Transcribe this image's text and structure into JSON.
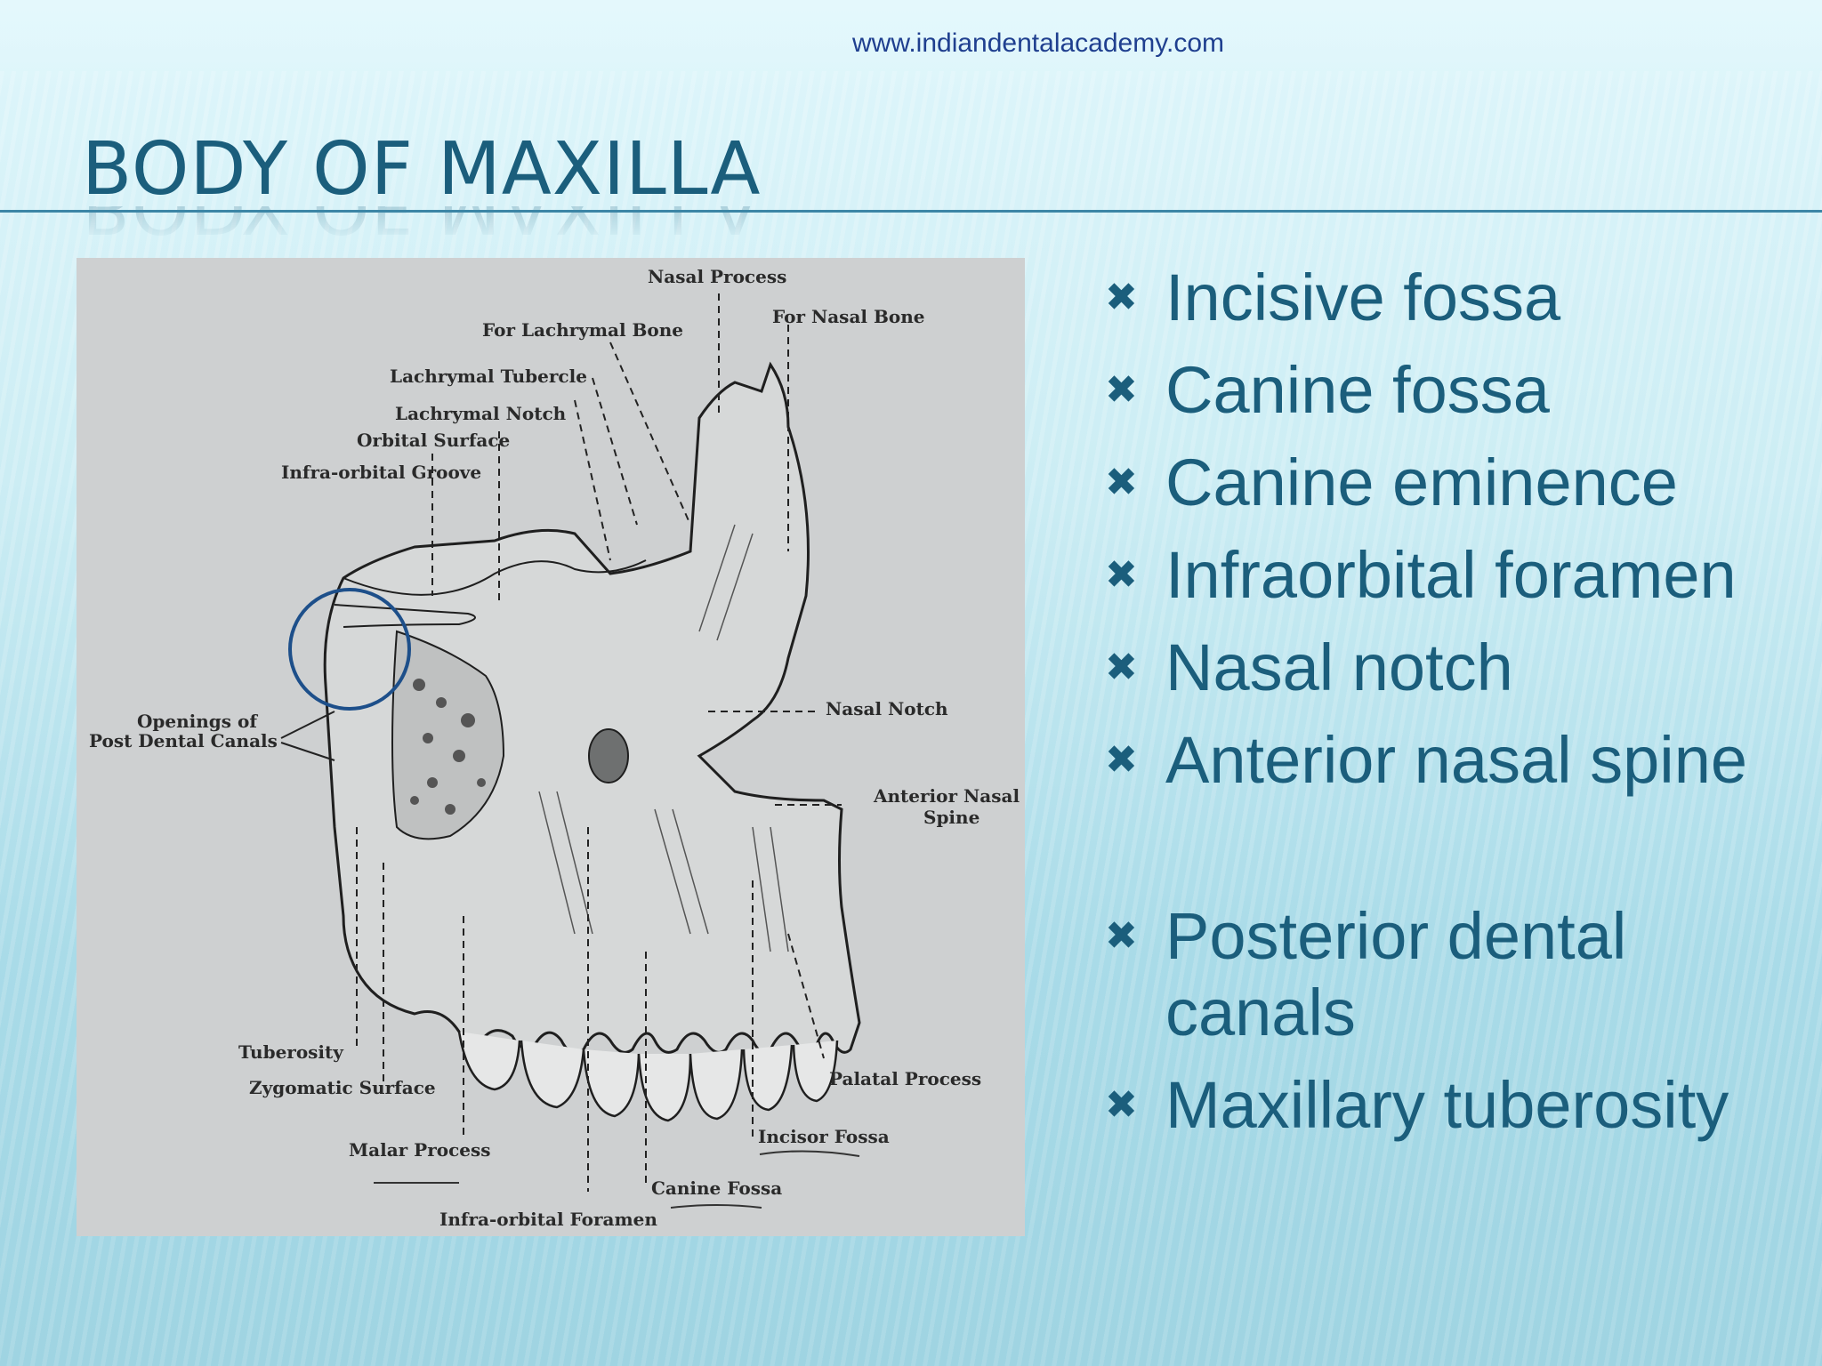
{
  "watermark": "www.indiandentalacademy.com",
  "title": "BODY OF MAXILLA",
  "figure_labels": {
    "nasal_process": "Nasal Process",
    "for_nasal_bone": "For Nasal Bone",
    "for_lachrymal_bone": "For Lachrymal Bone",
    "lachrymal_tubercle": "Lachrymal Tubercle",
    "lachrymal_notch": "Lachrymal Notch",
    "orbital_surface": "Orbital Surface",
    "infra_orbital_groove": "Infra-orbital Groove",
    "openings_of": "Openings of",
    "post_dental_canals": "Post  Dental Canals",
    "nasal_notch": "Nasal Notch",
    "anterior_nasal": "Anterior Nasal",
    "spine": "Spine",
    "tuberosity": "Tuberosity",
    "zygomatic_surface": "Zygomatic Surface",
    "malar_process": "Malar Process",
    "palatal_process": "Palatal Process",
    "incisor_fossa": "Incisor Fossa",
    "canine_fossa": "Canine Fossa",
    "infra_orbital_foramen": "Infra-orbital Foramen"
  },
  "bullet_icon": "x-mark-icon",
  "bullets": [
    "Incisive fossa",
    "Canine fossa",
    "Canine eminence",
    "Infraorbital foramen",
    "Nasal notch",
    "Anterior nasal spine",
    "Posterior  dental canals",
    "Maxillary tuberosity"
  ],
  "colors": {
    "title": "#1b5e7c",
    "watermark": "#1f3f8f",
    "highlight_circle": "#1d4f8a"
  }
}
